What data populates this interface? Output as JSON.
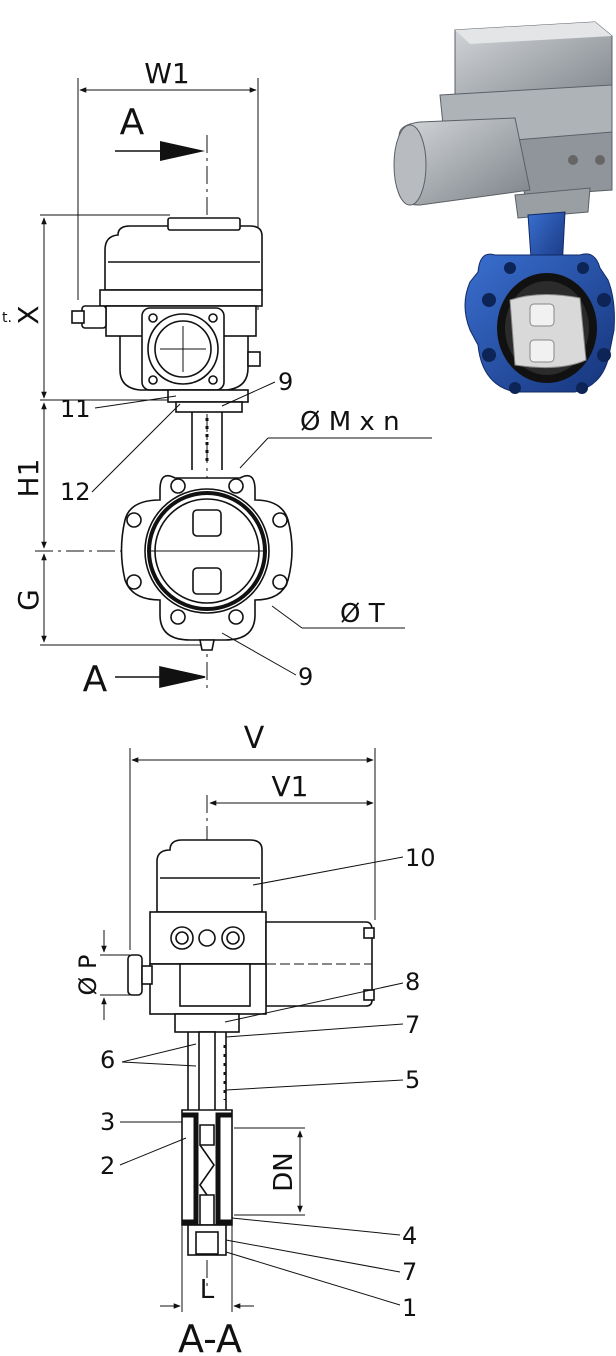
{
  "labels": {
    "w1": "W1",
    "sectionA_top": "A",
    "sectionA_bottom": "A",
    "x_prefix": "t.",
    "x": "X",
    "h1": "H1",
    "g": "G",
    "m_n": "Ø M x n",
    "t": "Ø T",
    "n9_top": "9",
    "n9_bottom": "9",
    "n11": "11",
    "n12": "12",
    "v": "V",
    "v1": "V1",
    "n10": "10",
    "n8": "8",
    "p": "Ø P",
    "n6": "6",
    "n7_top": "7",
    "n5": "5",
    "n3": "3",
    "n2": "2",
    "dn": "DN",
    "n4": "4",
    "n7_bottom": "7",
    "n1": "1",
    "l": "L",
    "section_aa": "A-A"
  },
  "colors": {
    "line": "#111111",
    "valve_blue": "#1f4fa8",
    "valve_blue_dark": "#163a80",
    "actuator_grey": "#9aa0a6",
    "actuator_grey_light": "#c4c8cc",
    "liner": "#1a1a1a"
  }
}
